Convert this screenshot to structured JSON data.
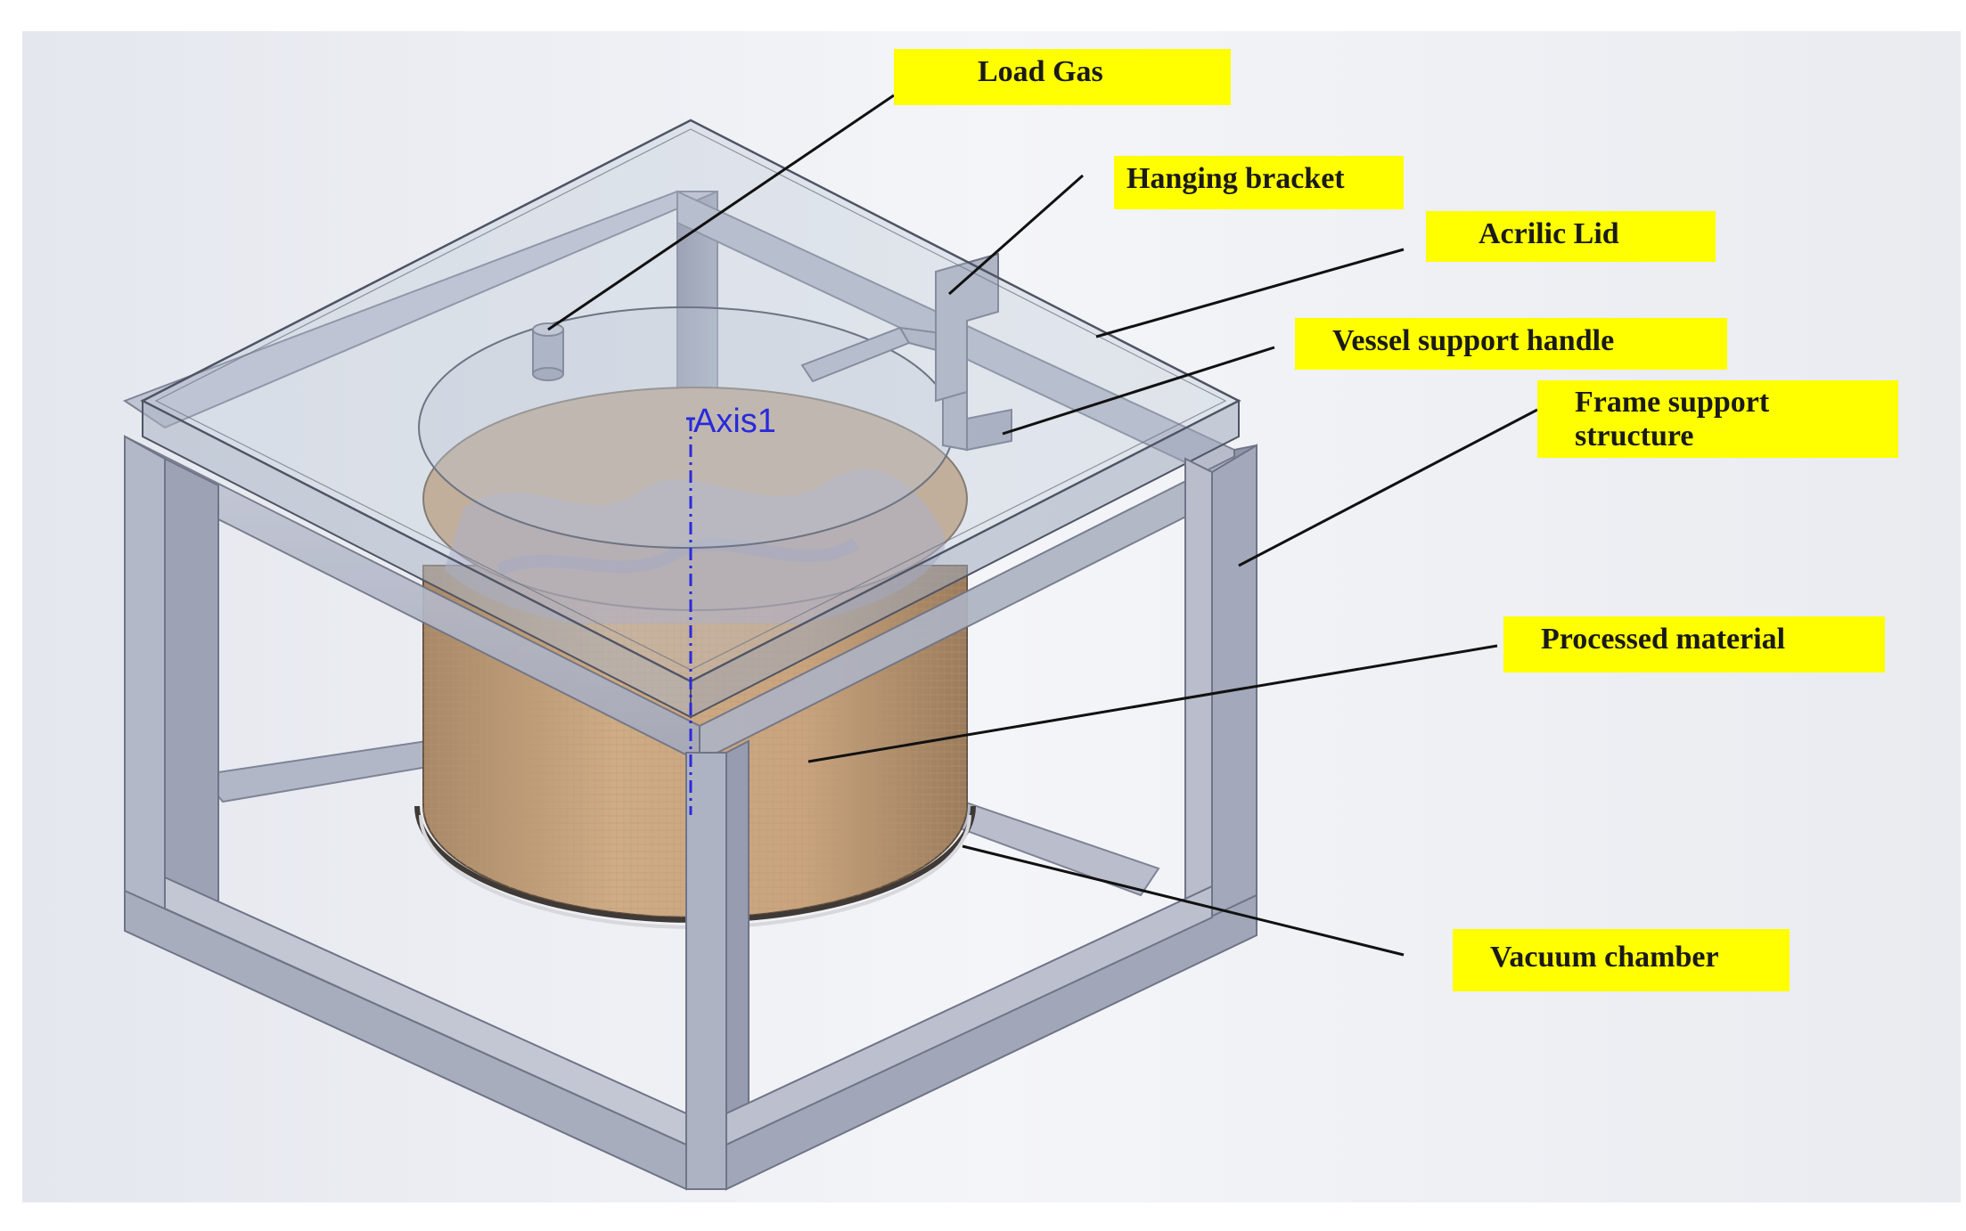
{
  "figure": {
    "axis_label": "Axis1",
    "labels": {
      "load_gas": "Load Gas",
      "hanging_bracket": "Hanging bracket",
      "acrylic_lid": "Acrilic Lid",
      "vessel_support_handle": "Vessel support handle",
      "frame_support_line1": "Frame support",
      "frame_support_line2": "structure",
      "processed_material": "Processed material",
      "vacuum_chamber": "Vacuum chamber"
    },
    "colors": {
      "frame": "#a9aec0",
      "lid": "#b7c4d4",
      "material": "#c9a47e",
      "callout": "#ffff00",
      "axis": "#2a2adb"
    }
  }
}
